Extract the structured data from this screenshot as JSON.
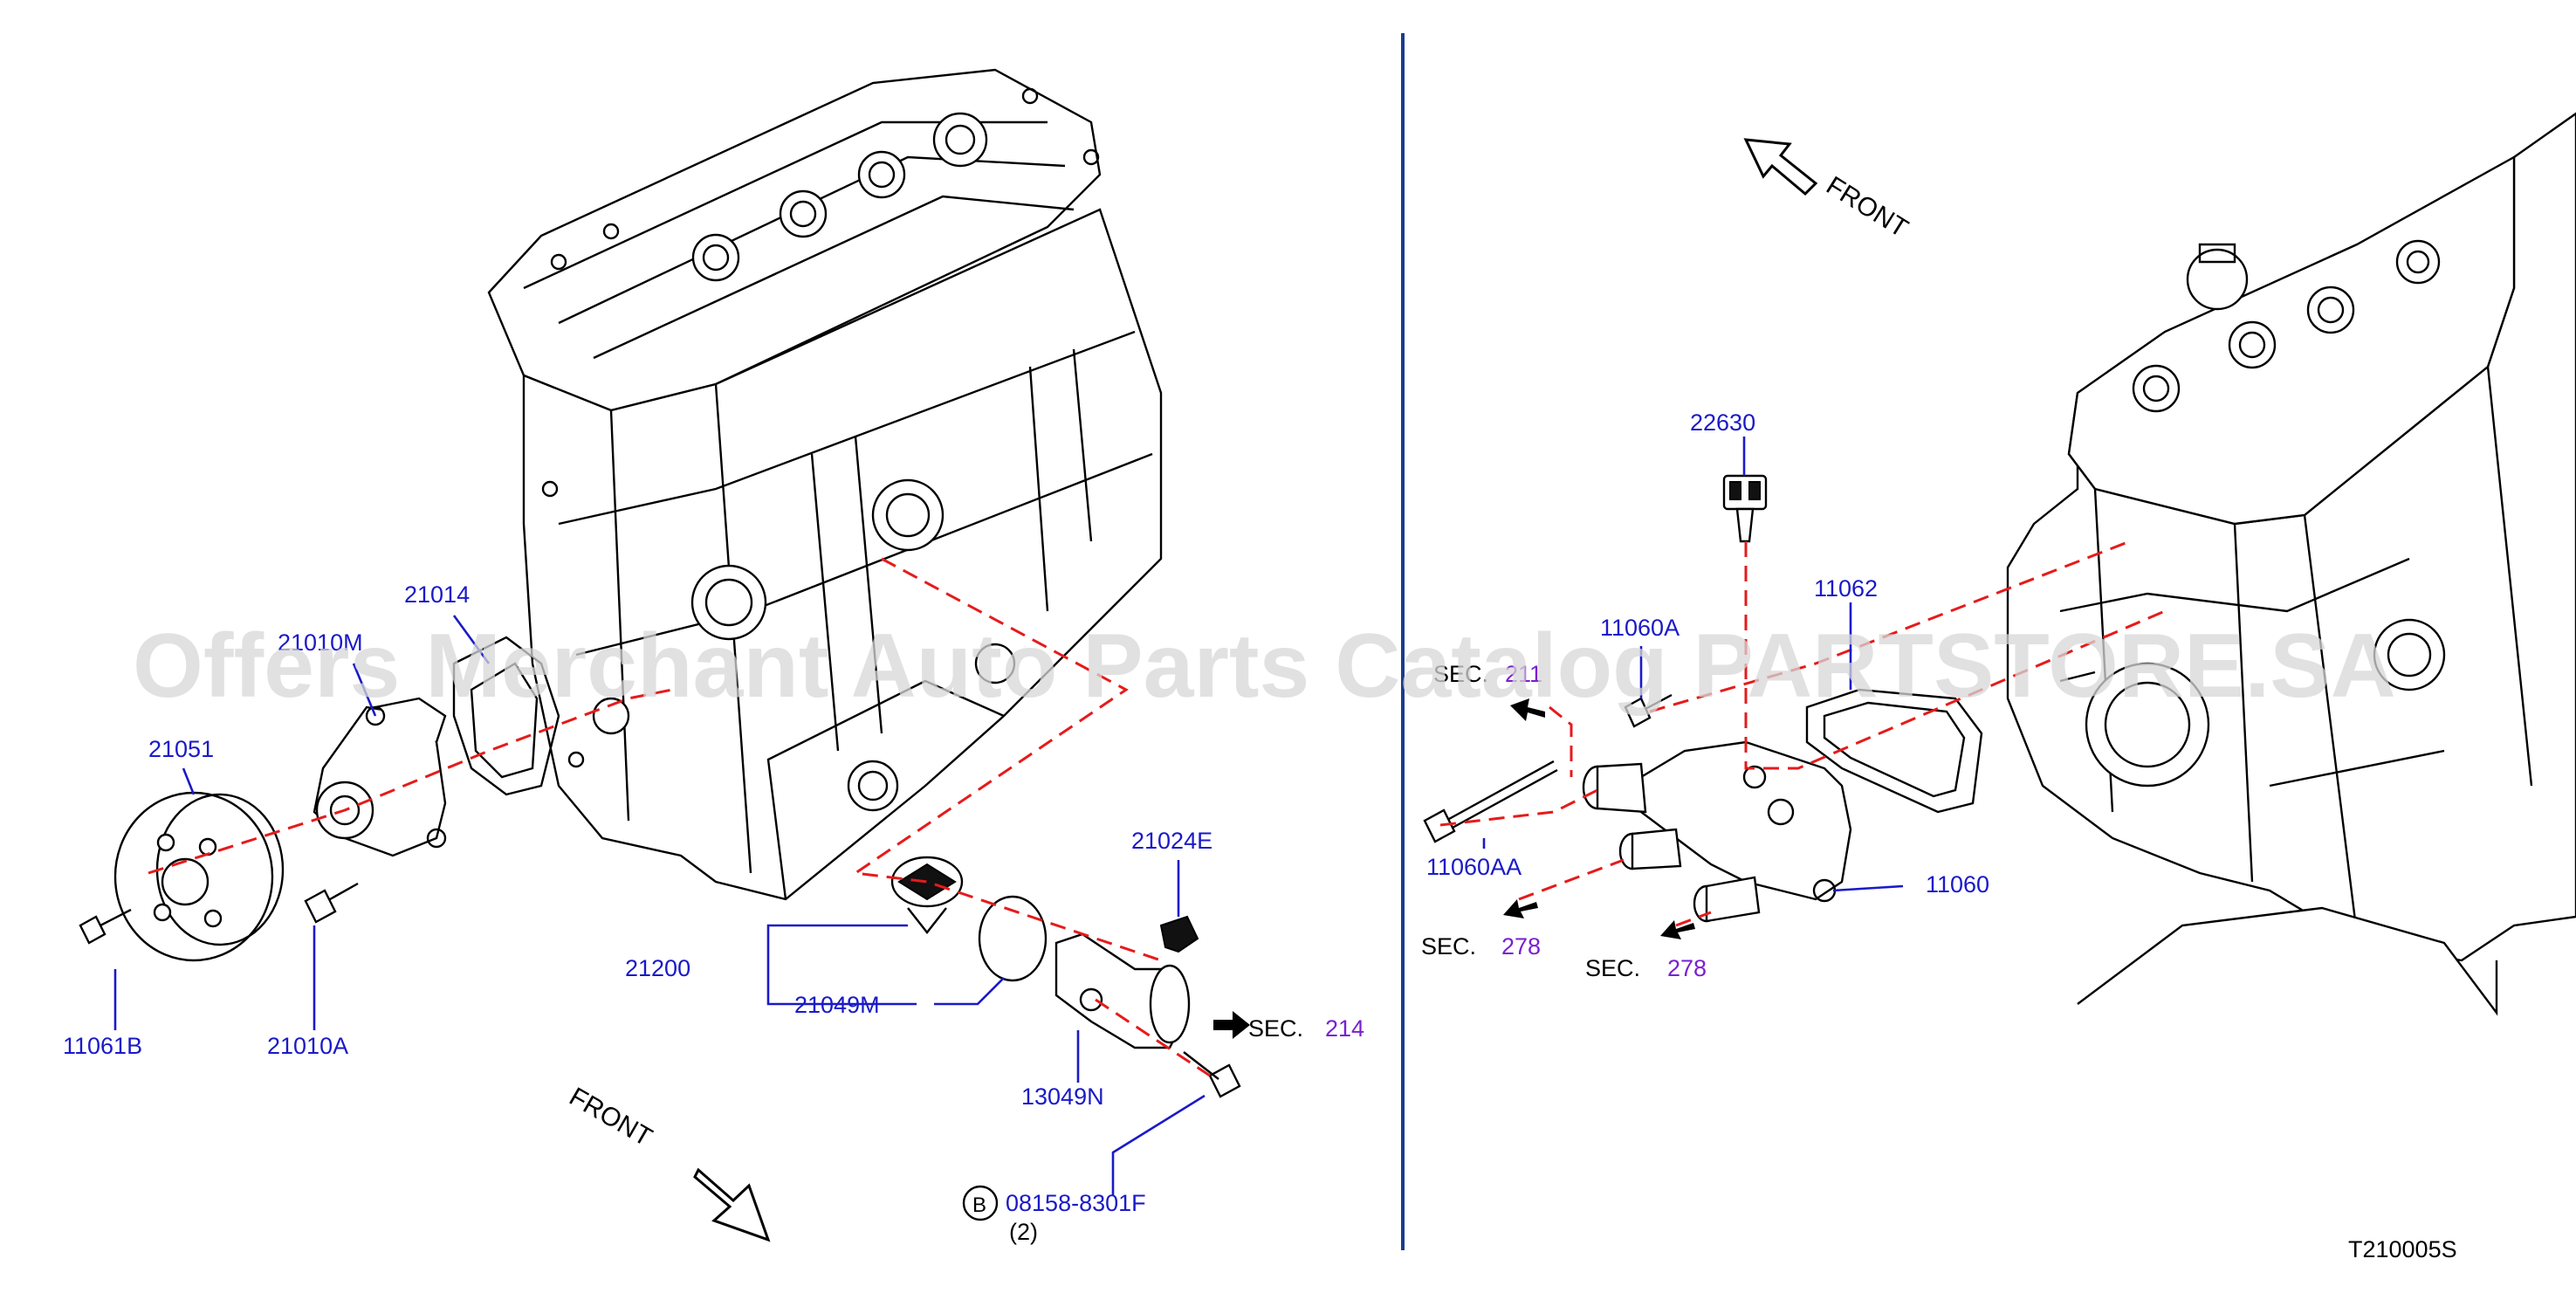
{
  "watermark": "Offers Merchant Auto Parts Catalog PARTSTORE.SA",
  "diagram_code": "T210005S",
  "front_labels": [
    "FRONT",
    "FRONT"
  ],
  "left_parts": {
    "p21014": "21014",
    "p21010M": "21010M",
    "p21051": "21051",
    "p11061B": "11061B",
    "p21010A": "21010A",
    "p21024E": "21024E",
    "p21200": "21200",
    "p21049M": "21049M",
    "p13049N": "13049N",
    "p08158": "08158-8301F",
    "p08158_qty": "(2)",
    "p08158_badge": "B"
  },
  "right_parts": {
    "p22630": "22630",
    "p11062": "11062",
    "p11060A": "11060A",
    "p11060AA": "11060AA",
    "p11060": "11060"
  },
  "sections": {
    "sec_word": "SEC.",
    "sec_214": "214",
    "sec_211": "211",
    "sec_278a": "278",
    "sec_278b": "278"
  },
  "colors": {
    "part_label": "#1a1ac8",
    "section_number": "#7a1fd0",
    "dashed_line": "#e51b1b",
    "divider": "#1a3c8c"
  }
}
